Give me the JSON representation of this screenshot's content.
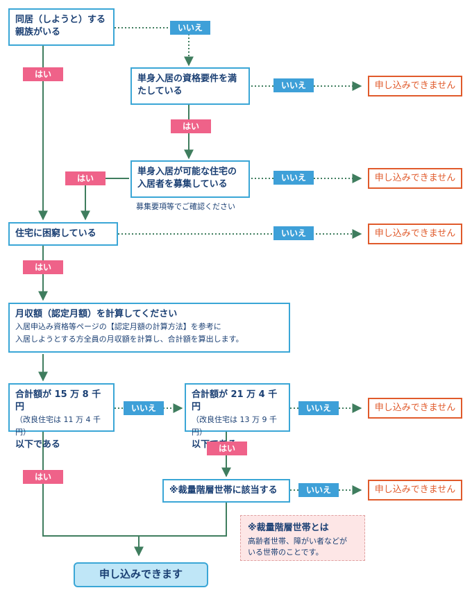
{
  "labels": {
    "yes": "はい",
    "no": "いいえ",
    "ng": "申し込みできません"
  },
  "steps": {
    "s1": "同居（しようと）する親族がいる",
    "s2": "単身入居の資格要件を満たしている",
    "s3": "単身入居が可能な住宅の入居者を募集している",
    "s3_note": "募集要項等でご確認ください",
    "s4": "住宅に困窮している",
    "s5_title": "月収額（認定月額）を計算してください",
    "s5_body1": "入居申込み資格等ページの【認定月額の計算方法】を参考に",
    "s5_body2": "入居しようとする方全員の月収額を計算し、合計額を算出します。",
    "s6_main": "合計額が 15 万 8 千円",
    "s6_sub": "（改良住宅は 11 万 4 千円）",
    "s6_tail": "以下である",
    "s7_main": "合計額が 21 万 4 千円",
    "s7_sub": "（改良住宅は 13 万 9 千円）",
    "s7_tail": "以下である",
    "s8": "※裁量階層世帯に該当する",
    "callout_title": "※裁量階層世帯とは",
    "callout_body1": "高齢者世帯、障がい者などが",
    "callout_body2": "いる世帯のことです。",
    "final": "申し込みできます"
  },
  "colors": {
    "line": "#3f7d5e",
    "box_border": "#3aa6d6",
    "yes": "#ef6289",
    "no": "#3ea0d8",
    "ng": "#e05a2b"
  }
}
